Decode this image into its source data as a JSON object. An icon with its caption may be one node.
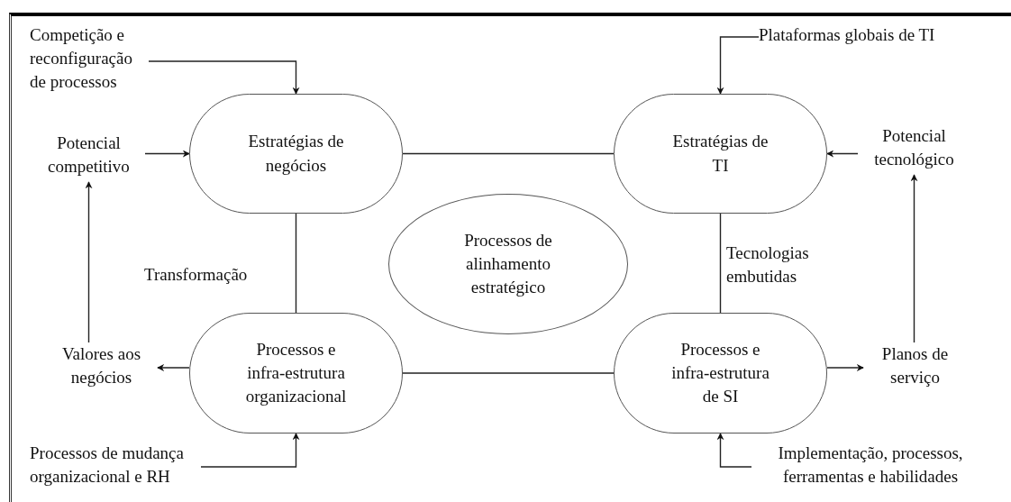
{
  "diagram": {
    "nodes": [
      {
        "text": [
          "Competição e reconfiguração de processos"
        ]
      },
      {
        "text": [
          "Plataformas globais de TI"
        ]
      },
      {
        "text": [
          "Potencial competitivo"
        ]
      },
      {
        "text": [
          "Estratégias de negócios"
        ]
      },
      {
        "text": [
          "Estratégias de TI"
        ]
      },
      {
        "text": [
          "Potencial tecnológico"
        ]
      },
      {
        "text": [
          "Processos de alinhamento estratégico"
        ]
      },
      {
        "text": [
          "Valores aos negócios"
        ]
      },
      {
        "text": [
          "Processos e infra-estrutura organizacional"
        ]
      },
      {
        "text": [
          "Processos e infra-estrutura de SI"
        ]
      },
      {
        "text": [
          "Planos de serviço"
        ]
      },
      {
        "text": [
          "Processos de mudança organizacional e RH"
        ]
      },
      {
        "text": [
          "Implementação, processos, ferramentas e habilidades"
        ]
      }
    ],
    "edges": [
      {
        "from": 0,
        "to": 3,
        "arrow": "to"
      },
      {
        "from": 1,
        "to": 4,
        "arrow": "to"
      },
      {
        "from": 2,
        "to": 3,
        "arrow": "to"
      },
      {
        "from": 5,
        "to": 4,
        "arrow": "to"
      },
      {
        "from": 3,
        "to": 4,
        "arrow": "none"
      },
      {
        "from": 3,
        "to": 8,
        "arrow": "none",
        "label": "Transformação"
      },
      {
        "from": 4,
        "to": 9,
        "arrow": "none",
        "label": "Tecnologias embutidas"
      },
      {
        "from": 8,
        "to": 9,
        "arrow": "none"
      },
      {
        "from": 8,
        "to": 7,
        "arrow": "to"
      },
      {
        "from": 9,
        "to": 10,
        "arrow": "to"
      },
      {
        "from": 7,
        "to": 2,
        "arrow": "to"
      },
      {
        "from": 10,
        "to": 5,
        "arrow": "to"
      },
      {
        "from": 11,
        "to": 8,
        "arrow": "to"
      },
      {
        "from": 12,
        "to": 9,
        "arrow": "to"
      }
    ]
  }
}
